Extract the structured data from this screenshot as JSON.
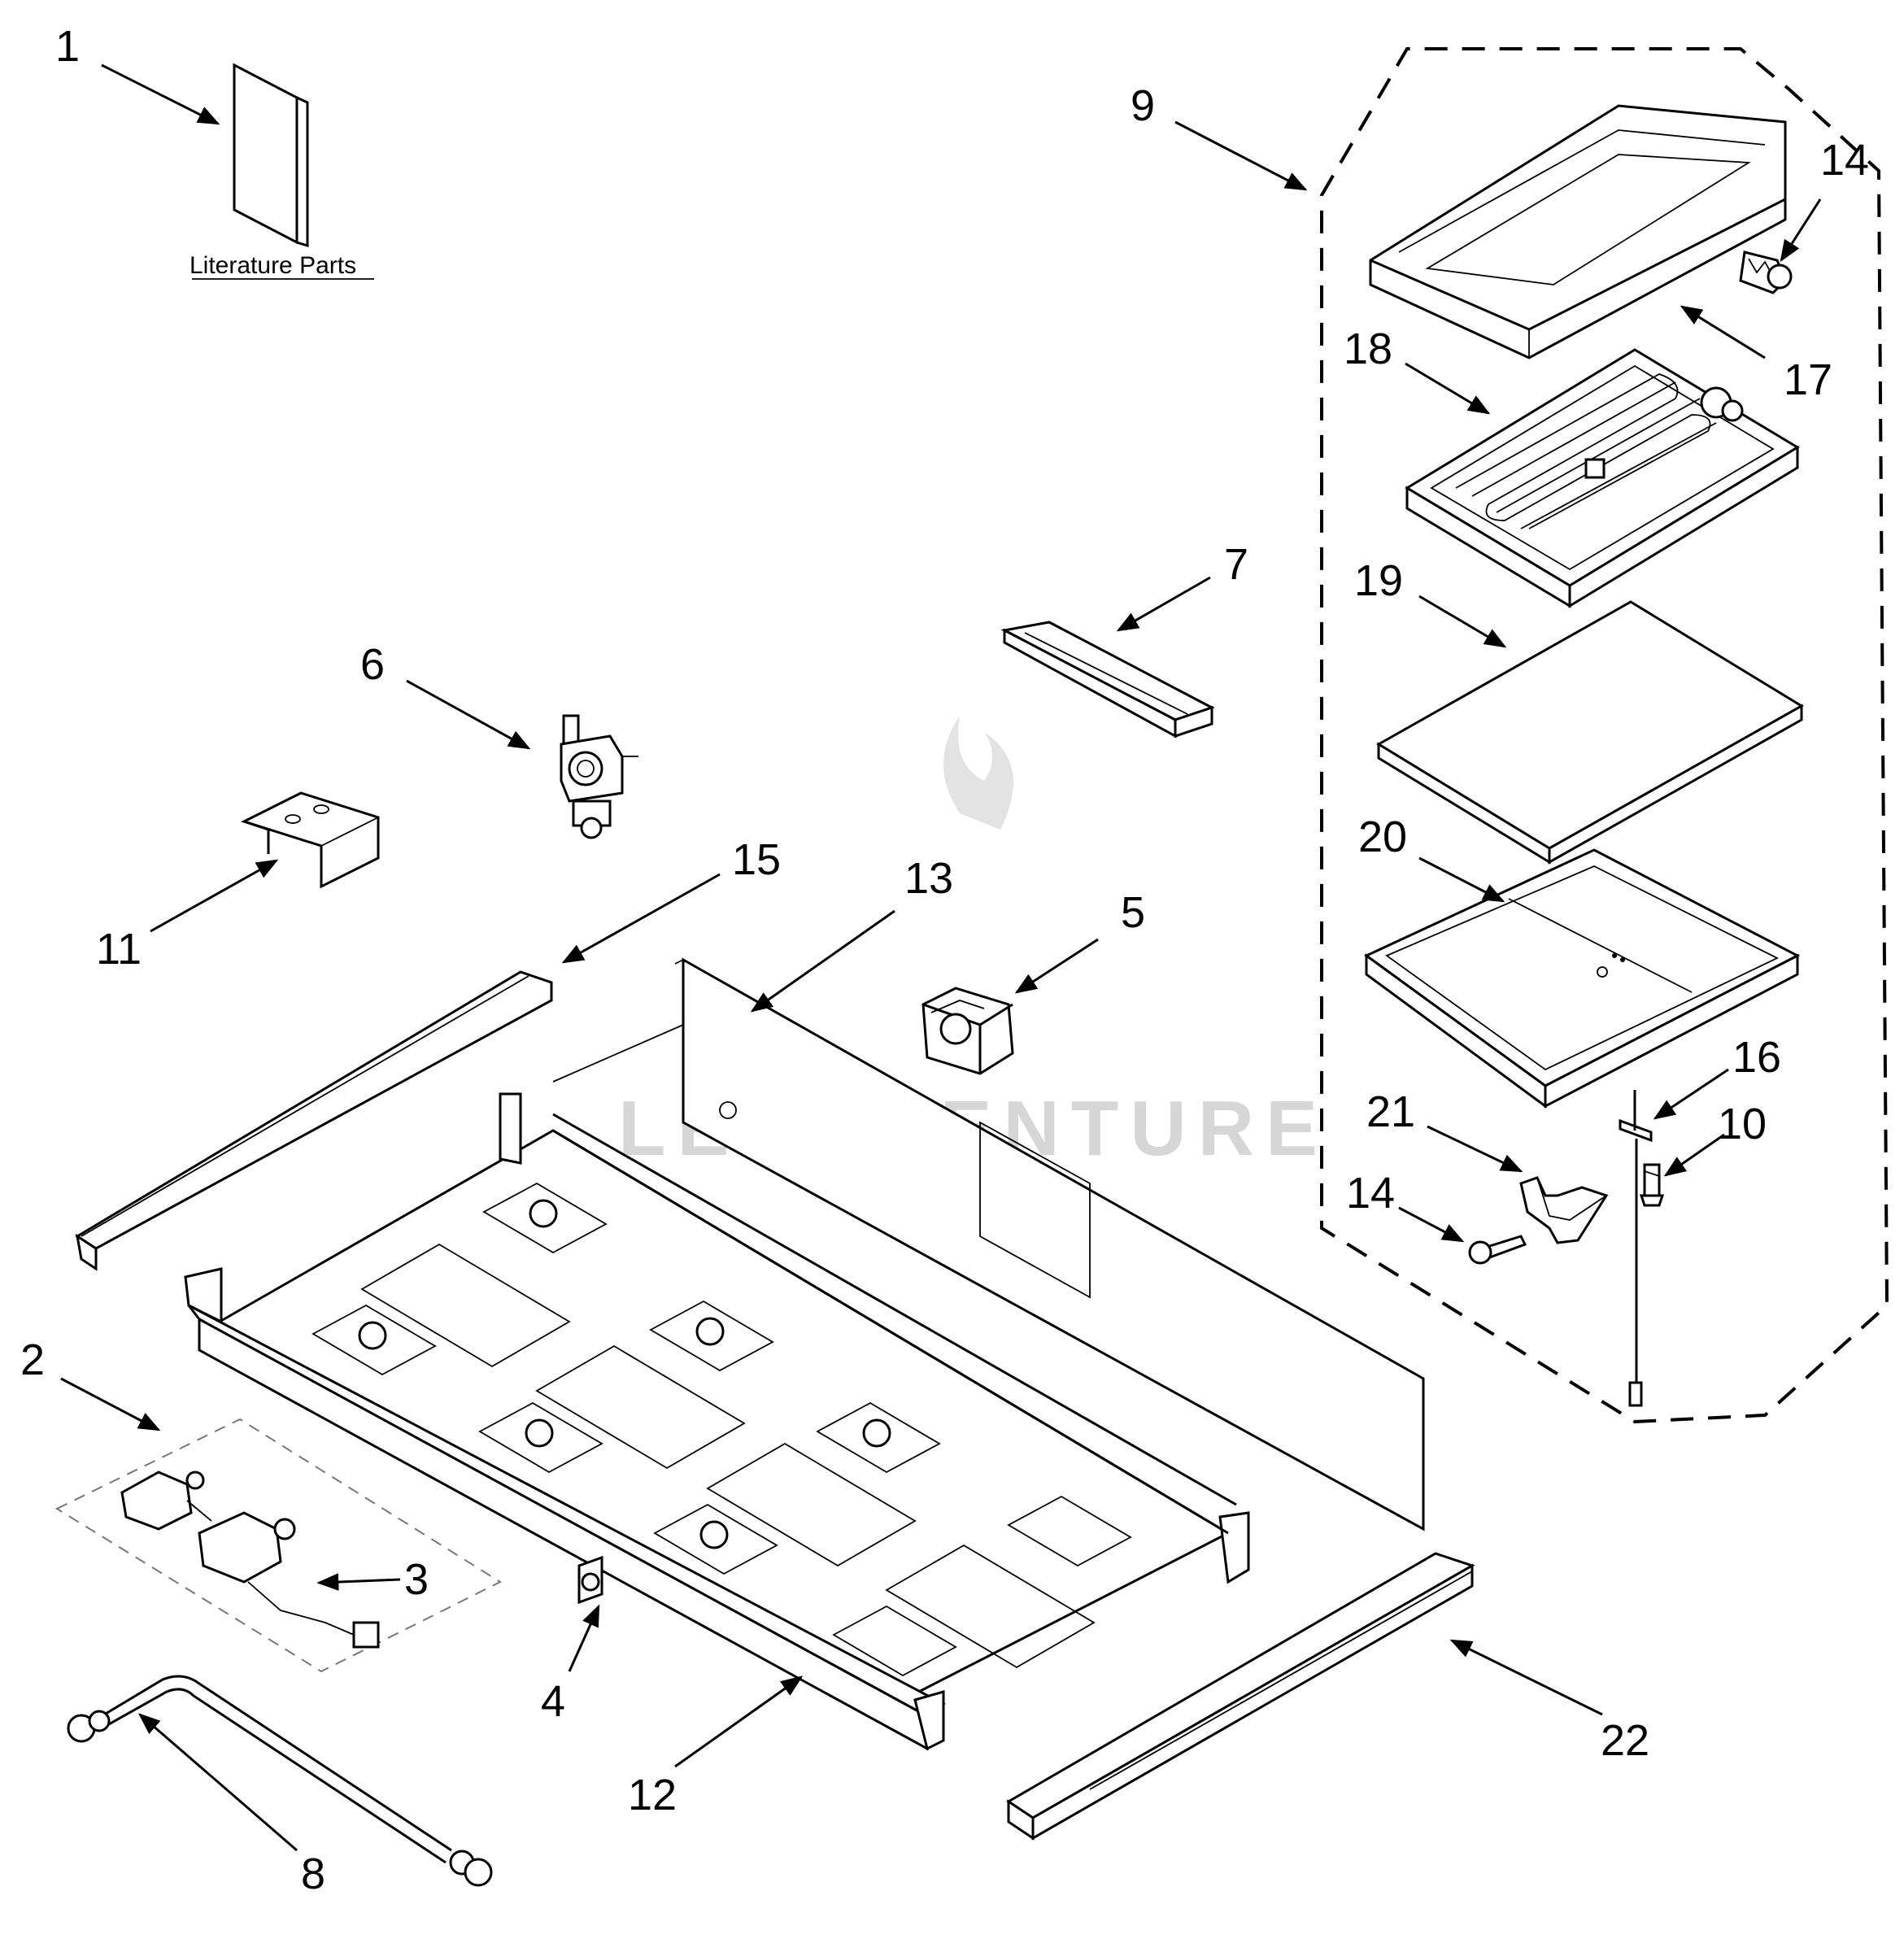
{
  "literature": {
    "label": "Literature Parts"
  },
  "watermark": {
    "text": "LEADVENTURE"
  },
  "callouts": {
    "c1": "1",
    "c2": "2",
    "c3": "3",
    "c4": "4",
    "c5": "5",
    "c6": "6",
    "c7": "7",
    "c8": "8",
    "c9": "9",
    "c10": "10",
    "c11": "11",
    "c12": "12",
    "c13": "13",
    "c14a": "14",
    "c14b": "14",
    "c15": "15",
    "c16": "16",
    "c17": "17",
    "c18": "18",
    "c19": "19",
    "c20": "20",
    "c21": "21",
    "c22": "22"
  }
}
